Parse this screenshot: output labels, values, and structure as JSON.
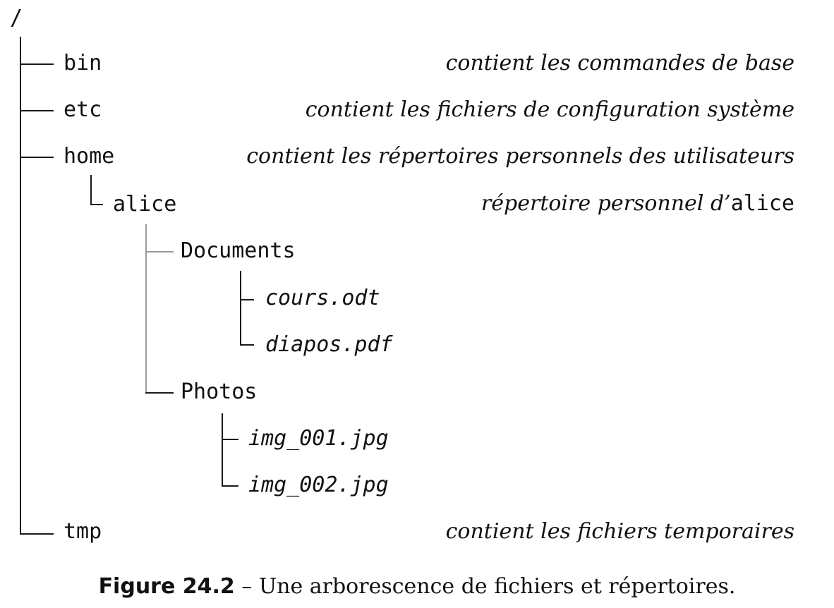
{
  "tree": {
    "root": "/",
    "nodes": {
      "bin": "bin",
      "etc": "etc",
      "home": "home",
      "alice": "alice",
      "documents": "Documents",
      "cours": "cours.odt",
      "diapos": "diapos.pdf",
      "photos": "Photos",
      "img1": "img_001.jpg",
      "img2": "img_002.jpg",
      "tmp": "tmp"
    }
  },
  "descriptions": {
    "bin": "contient les commandes de base",
    "etc": "contient les fichiers de configuration système",
    "home": "contient les répertoires personnels des utilisateurs",
    "alice_prefix": "répertoire personnel d’",
    "alice_name": "alice",
    "tmp": "contient les fichiers temporaires"
  },
  "caption": {
    "label": "Figure 24.2",
    "text": " – Une arborescence de fichiers et répertoires."
  }
}
